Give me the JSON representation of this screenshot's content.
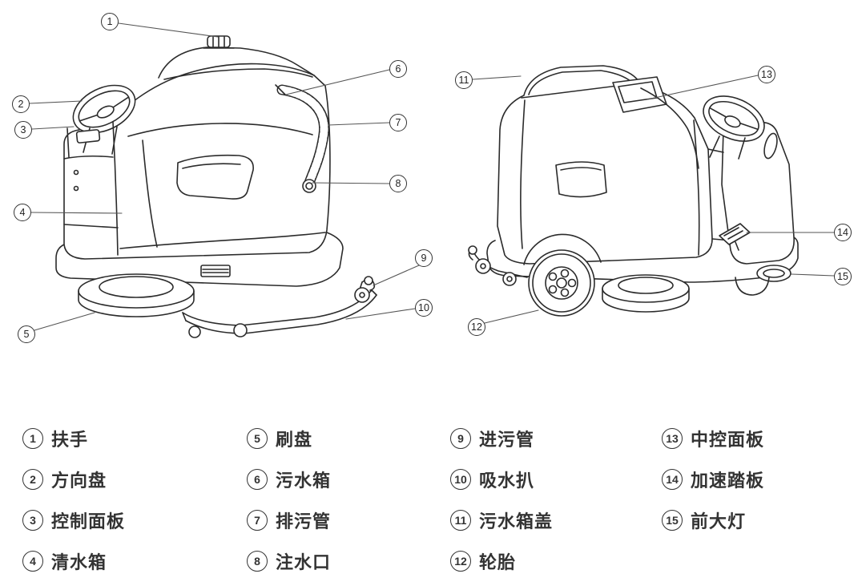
{
  "legend": {
    "columns": [
      {
        "items": [
          {
            "num": "1",
            "label": "扶手"
          },
          {
            "num": "2",
            "label": "方向盘"
          },
          {
            "num": "3",
            "label": "控制面板"
          },
          {
            "num": "4",
            "label": "清水箱"
          }
        ]
      },
      {
        "items": [
          {
            "num": "5",
            "label": "刷盘"
          },
          {
            "num": "6",
            "label": "污水箱"
          },
          {
            "num": "7",
            "label": "排污管"
          },
          {
            "num": "8",
            "label": "注水口"
          }
        ]
      },
      {
        "items": [
          {
            "num": "9",
            "label": "进污管"
          },
          {
            "num": "10",
            "label": "吸水扒"
          },
          {
            "num": "11",
            "label": "污水箱盖"
          },
          {
            "num": "12",
            "label": "轮胎"
          }
        ]
      },
      {
        "items": [
          {
            "num": "13",
            "label": "中控面板"
          },
          {
            "num": "14",
            "label": "加速踏板"
          },
          {
            "num": "15",
            "label": "前大灯"
          }
        ]
      }
    ]
  },
  "diagram": {
    "views": [
      "front-left-view",
      "rear-right-view"
    ],
    "callout_count": 15
  },
  "colors": {
    "line": "#2b2b2b",
    "leader": "#555555",
    "text": "#333333",
    "background": "#ffffff"
  }
}
